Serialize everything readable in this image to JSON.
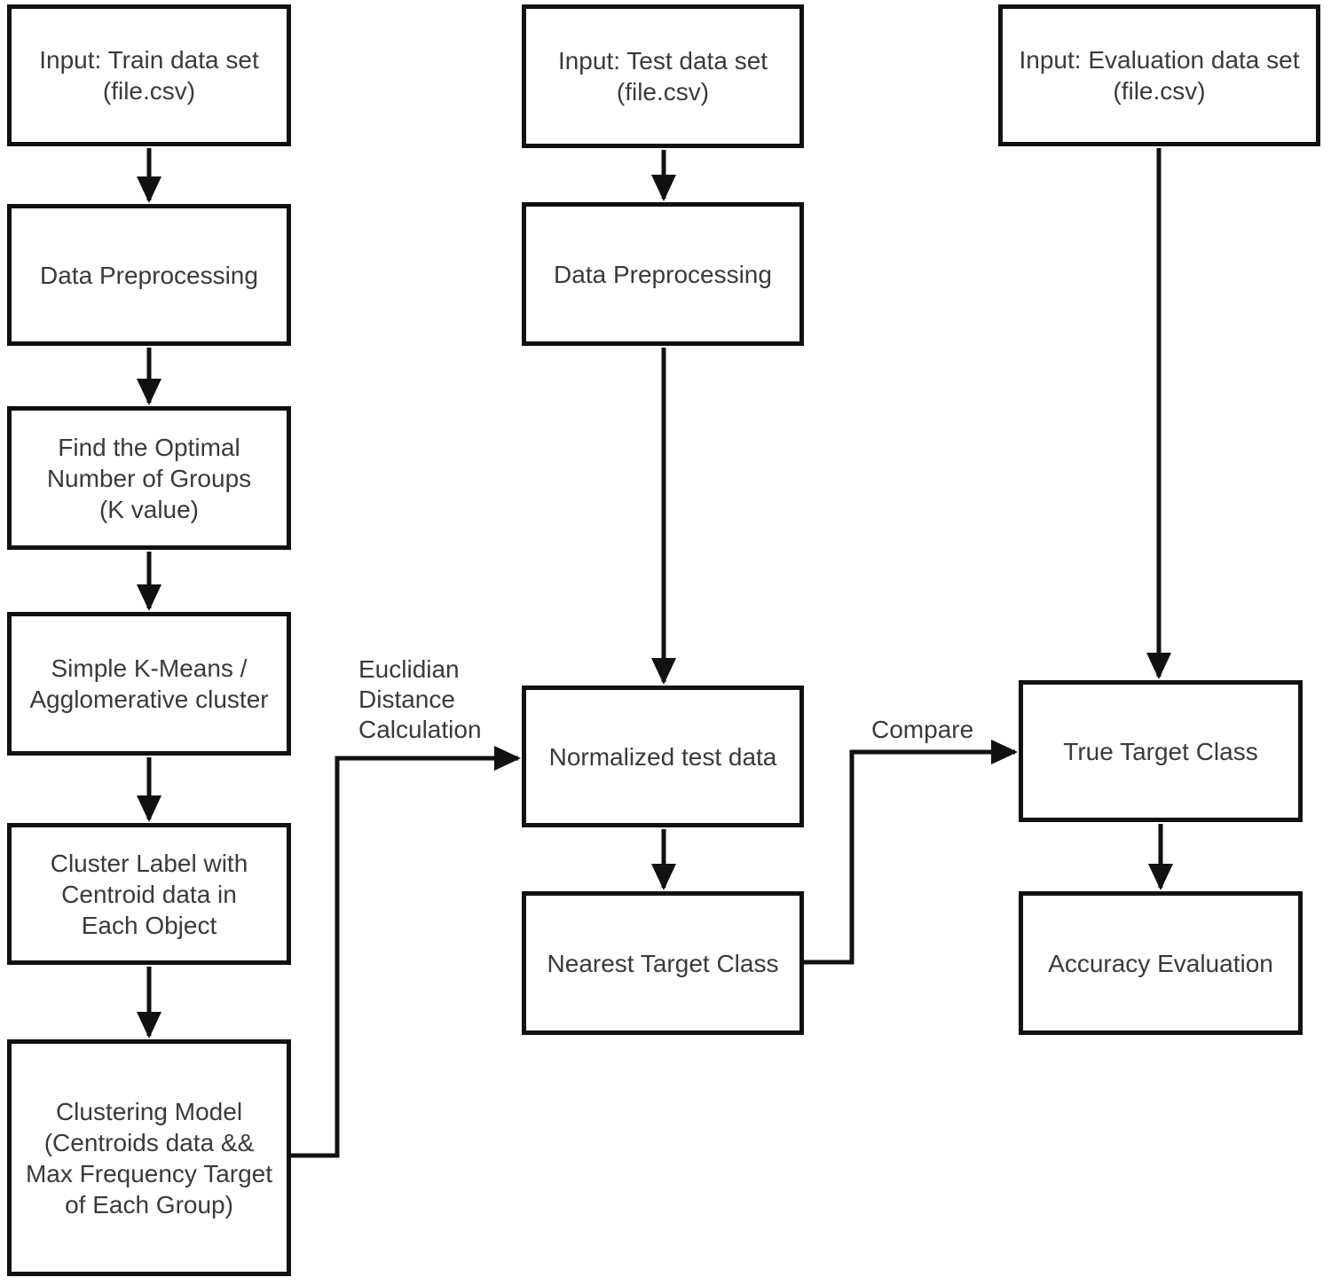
{
  "diagram": {
    "type": "flowchart",
    "colors": {
      "background": "#ffffff",
      "node_fill": "#ffffff",
      "line": "#111111",
      "text": "#3a3a3a"
    },
    "nodes": {
      "train_input": {
        "label": [
          "Input: Train data set",
          "(file.csv)"
        ]
      },
      "train_preprocessing": {
        "label": [
          "Data Preprocessing"
        ]
      },
      "find_optimal_k": {
        "label": [
          "Find the Optimal",
          "Number of Groups",
          "(K value)"
        ]
      },
      "kmeans_agglomerative": {
        "label": [
          "Simple K-Means /",
          "Agglomerative cluster"
        ]
      },
      "cluster_label": {
        "label": [
          "Cluster Label with",
          "Centroid data in",
          "Each Object"
        ]
      },
      "clustering_model": {
        "label": [
          "Clustering Model",
          "(Centroids data &&",
          "Max Frequency Target",
          "of Each Group)"
        ]
      },
      "test_input": {
        "label": [
          "Input: Test data set",
          "(file.csv)"
        ]
      },
      "test_preprocessing": {
        "label": [
          "Data Preprocessing"
        ]
      },
      "normalized_test": {
        "label": [
          "Normalized test data"
        ]
      },
      "nearest_target": {
        "label": [
          "Nearest Target Class"
        ]
      },
      "eval_input": {
        "label": [
          "Input: Evaluation data set",
          "(file.csv)"
        ]
      },
      "true_target": {
        "label": [
          "True Target Class"
        ]
      },
      "accuracy_eval": {
        "label": [
          "Accuracy Evaluation"
        ]
      }
    },
    "edge_labels": {
      "euclidian": [
        "Euclidian",
        "Distance",
        "Calculation"
      ],
      "compare": "Compare"
    }
  }
}
